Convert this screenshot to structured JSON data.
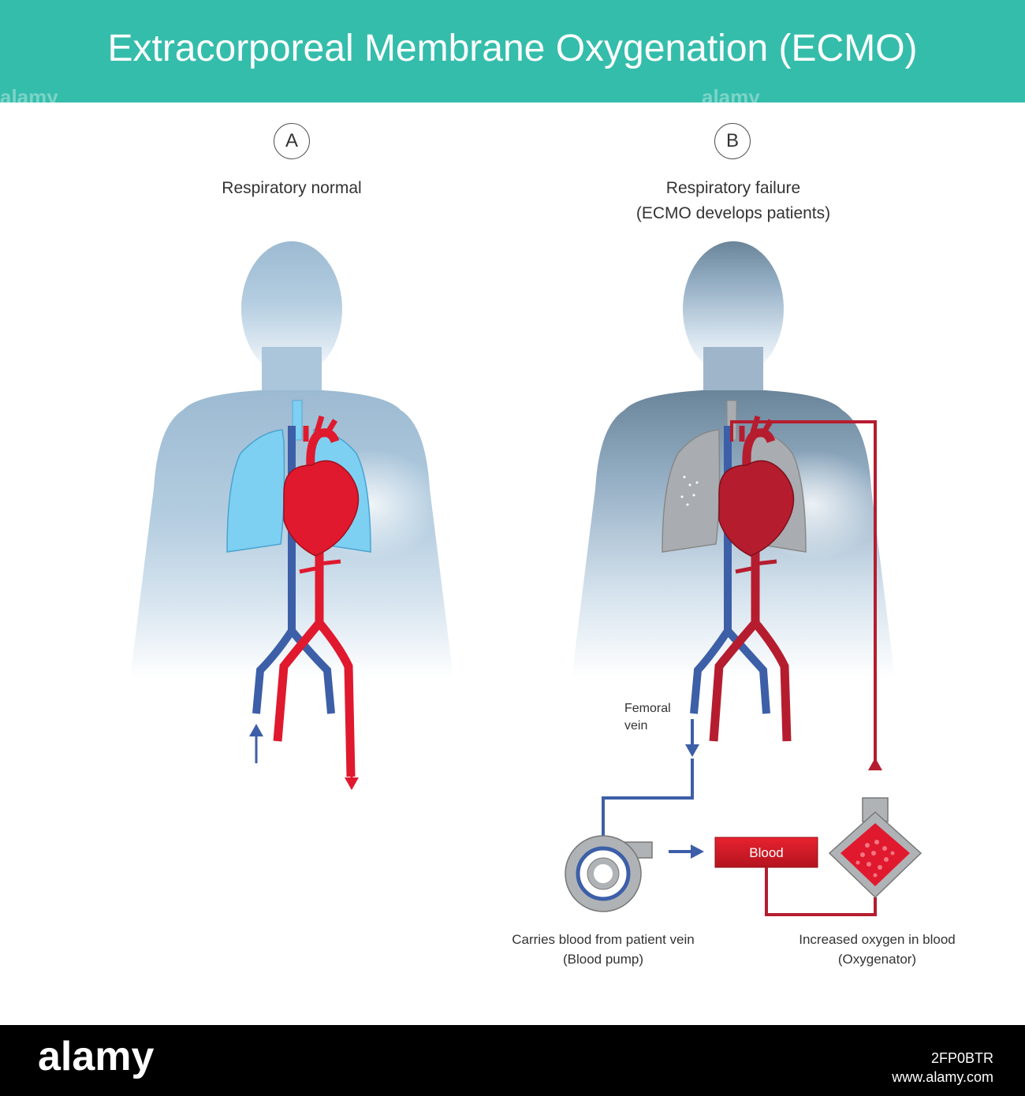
{
  "title": "Extracorporeal Membrane Oxygenation (ECMO)",
  "panel_a": {
    "letter": "A",
    "heading": "Respiratory normal"
  },
  "panel_b": {
    "letter": "B",
    "heading_line1": "Respiratory failure",
    "heading_line2": "(ECMO develops patients)"
  },
  "labels": {
    "femoral_line1": "Femoral",
    "femoral_line2": "vein",
    "blood": "Blood",
    "pump_line1": "Carries blood from patient vein",
    "pump_line2": "(Blood pump)",
    "oxy_line1": "Increased oxygen in blood",
    "oxy_line2": "(Oxygenator)"
  },
  "watermark": {
    "text": "alamy",
    "image_id": "2FP0BTR",
    "url": "www.alamy.com"
  },
  "colors": {
    "header": "#35bdab",
    "artery": "#e0192e",
    "artery_dark": "#b51d2f",
    "vein": "#3d5fa8",
    "lung_normal": "#7dd0f2",
    "lung_failure": "#a9adb1",
    "body_normal": "#9fbcd2",
    "body_failure": "#6f8ba3"
  }
}
